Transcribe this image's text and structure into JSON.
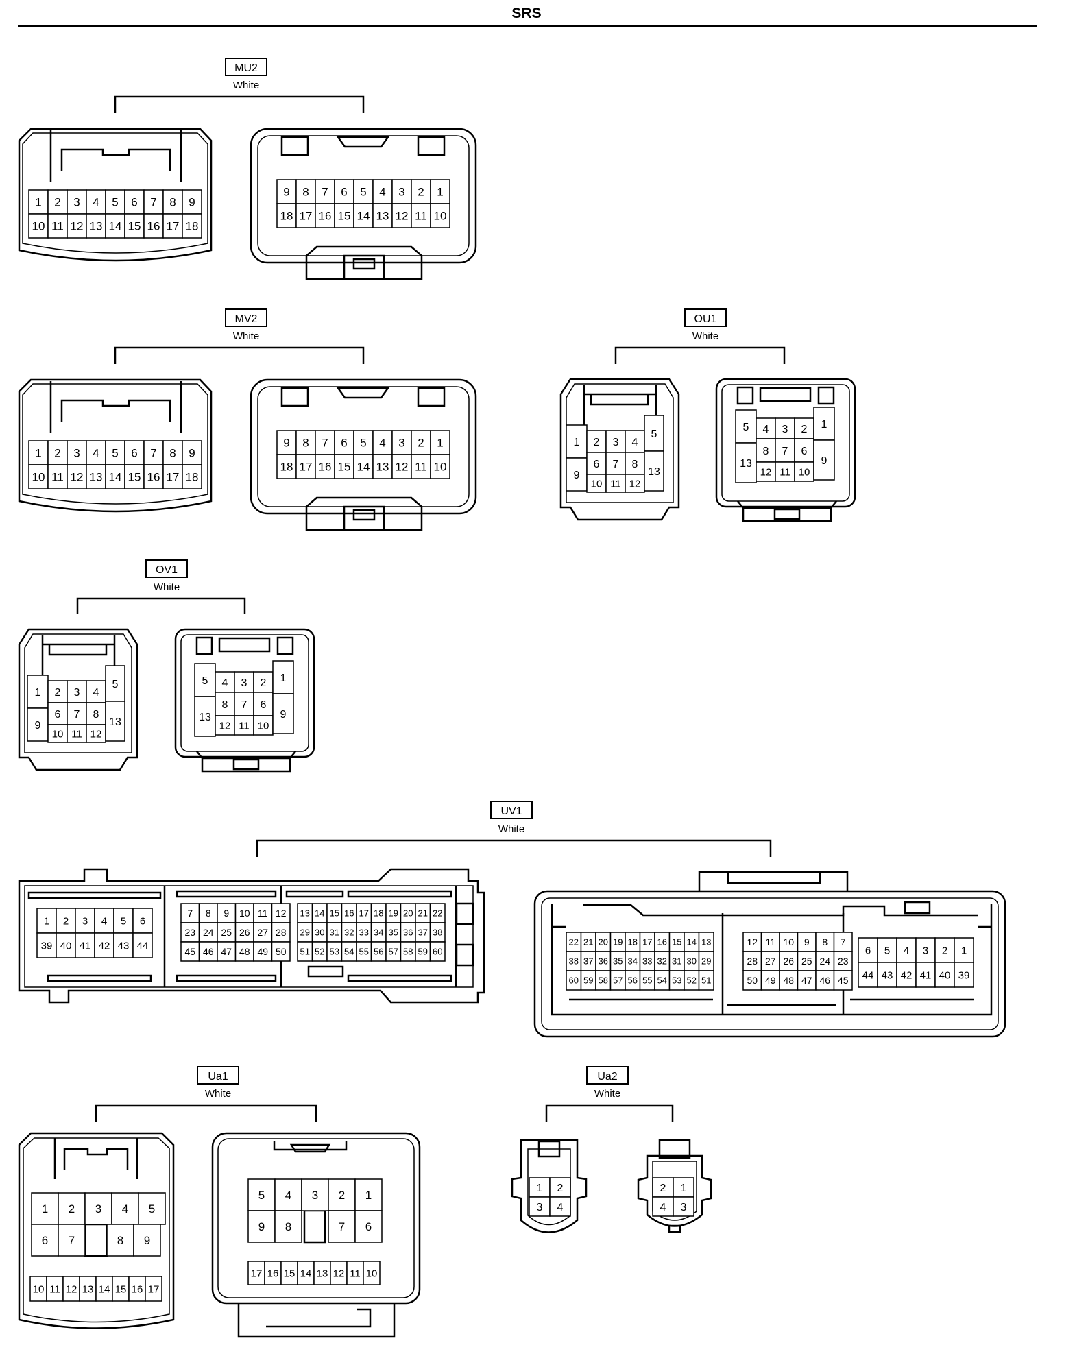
{
  "title": "SRS",
  "colors": {
    "line": "#000000",
    "fill": "#ffffff"
  },
  "connectors": {
    "mu2": {
      "code": "MU2",
      "color": "White",
      "male_pins": [
        [
          "1",
          "2",
          "3",
          "4",
          "5",
          "6",
          "7",
          "8",
          "9"
        ],
        [
          "10",
          "11",
          "12",
          "13",
          "14",
          "15",
          "16",
          "17",
          "18"
        ]
      ],
      "female_pins": [
        [
          "9",
          "8",
          "7",
          "6",
          "5",
          "4",
          "3",
          "2",
          "1"
        ],
        [
          "18",
          "17",
          "16",
          "15",
          "14",
          "13",
          "12",
          "11",
          "10"
        ]
      ]
    },
    "mv2": {
      "code": "MV2",
      "color": "White",
      "male_pins": [
        [
          "1",
          "2",
          "3",
          "4",
          "5",
          "6",
          "7",
          "8",
          "9"
        ],
        [
          "10",
          "11",
          "12",
          "13",
          "14",
          "15",
          "16",
          "17",
          "18"
        ]
      ],
      "female_pins": [
        [
          "9",
          "8",
          "7",
          "6",
          "5",
          "4",
          "3",
          "2",
          "1"
        ],
        [
          "18",
          "17",
          "16",
          "15",
          "14",
          "13",
          "12",
          "11",
          "10"
        ]
      ]
    },
    "ou1": {
      "code": "OU1",
      "color": "White",
      "male_pins": [
        "1",
        "2",
        "3",
        "4",
        "5",
        "6",
        "7",
        "8",
        "9",
        "10",
        "11",
        "12",
        "13"
      ],
      "female_pins": [
        "5",
        "4",
        "3",
        "2",
        "1",
        "13",
        "8",
        "7",
        "6",
        "9",
        "12",
        "11",
        "10"
      ]
    },
    "ov1": {
      "code": "OV1",
      "color": "White",
      "male_pins": [
        "1",
        "2",
        "3",
        "4",
        "5",
        "6",
        "7",
        "8",
        "9",
        "10",
        "11",
        "12",
        "13"
      ],
      "female_pins": [
        "5",
        "4",
        "3",
        "2",
        "1",
        "13",
        "8",
        "7",
        "6",
        "9",
        "12",
        "11",
        "10"
      ]
    },
    "uv1": {
      "code": "UV1",
      "color": "White",
      "male_pins": [
        [
          [
            "1",
            "2",
            "3",
            "4",
            "5",
            "6"
          ],
          [
            "39",
            "40",
            "41",
            "42",
            "43",
            "44"
          ]
        ],
        [
          [
            "7",
            "8",
            "9",
            "10",
            "11",
            "12"
          ],
          [
            "23",
            "24",
            "25",
            "26",
            "27",
            "28"
          ],
          [
            "45",
            "46",
            "47",
            "48",
            "49",
            "50"
          ]
        ],
        [
          [
            "13",
            "14",
            "15",
            "16",
            "17",
            "18",
            "19",
            "20",
            "21",
            "22"
          ],
          [
            "29",
            "30",
            "31",
            "32",
            "33",
            "34",
            "35",
            "36",
            "37",
            "38"
          ],
          [
            "51",
            "52",
            "53",
            "54",
            "55",
            "56",
            "57",
            "58",
            "59",
            "60"
          ]
        ]
      ],
      "female_pins": [
        [
          [
            "22",
            "21",
            "20",
            "19",
            "18",
            "17",
            "16",
            "15",
            "14",
            "13"
          ],
          [
            "38",
            "37",
            "36",
            "35",
            "34",
            "33",
            "32",
            "31",
            "30",
            "29"
          ],
          [
            "60",
            "59",
            "58",
            "57",
            "56",
            "55",
            "54",
            "53",
            "52",
            "51"
          ]
        ],
        [
          [
            "12",
            "11",
            "10",
            "9",
            "8",
            "7"
          ],
          [
            "28",
            "27",
            "26",
            "25",
            "24",
            "23"
          ],
          [
            "50",
            "49",
            "48",
            "47",
            "46",
            "45"
          ]
        ],
        [
          [
            "6",
            "5",
            "4",
            "3",
            "2",
            "1"
          ],
          [
            "44",
            "43",
            "42",
            "41",
            "40",
            "39"
          ]
        ]
      ]
    },
    "ua1": {
      "code": "Ua1",
      "color": "White",
      "male_pins": [
        [
          "1",
          "2",
          "3",
          "4",
          "5"
        ],
        [
          "6",
          "7",
          "8",
          "9"
        ],
        [
          "10",
          "11",
          "12",
          "13",
          "14",
          "15",
          "16",
          "17"
        ]
      ],
      "female_pins": [
        [
          "5",
          "4",
          "3",
          "2",
          "1"
        ],
        [
          "9",
          "8",
          "7",
          "6"
        ],
        [
          "17",
          "16",
          "15",
          "14",
          "13",
          "12",
          "11",
          "10"
        ]
      ]
    },
    "ua2": {
      "code": "Ua2",
      "color": "White",
      "male_pins": [
        [
          "1",
          "2"
        ],
        [
          "3",
          "4"
        ]
      ],
      "female_pins": [
        [
          "2",
          "1"
        ],
        [
          "4",
          "3"
        ]
      ]
    }
  }
}
